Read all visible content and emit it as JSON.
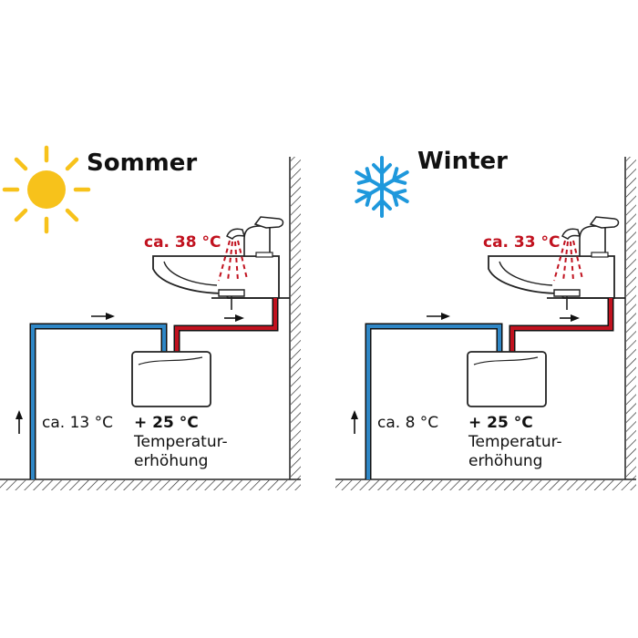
{
  "colors": {
    "cold": "#2f87c6",
    "hot": "#c1121f",
    "sun": "#f7c21b",
    "snow": "#1e98dc",
    "line": "#111111"
  },
  "panels": [
    {
      "season": "Sommer",
      "season_icon": "sun-icon",
      "inlet_temp": "ca. 13 °C",
      "increase": "+ 25 °C",
      "increase_label_1": "Temperatur-",
      "increase_label_2": "erhöhung",
      "outlet_temp": "ca. 38 °C"
    },
    {
      "season": "Winter",
      "season_icon": "snowflake-icon",
      "inlet_temp": "ca. 8 °C",
      "increase": "+ 25 °C",
      "increase_label_1": "Temperatur-",
      "increase_label_2": "erhöhung",
      "outlet_temp": "ca. 33 °C"
    }
  ]
}
